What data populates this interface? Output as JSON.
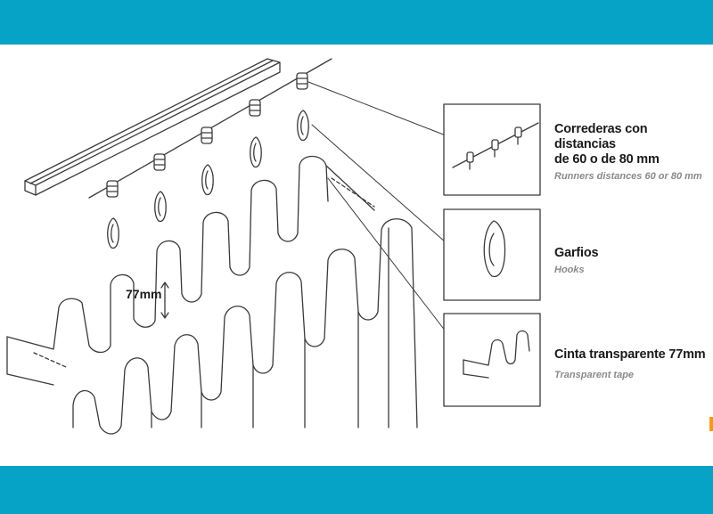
{
  "colors": {
    "band": "#06a3c6",
    "line": "#3a3a3a",
    "accent": "#f39a1e"
  },
  "labels": [
    {
      "es": [
        "Correderas con distancias",
        "de 60 o de 80 mm"
      ],
      "en": "Runners distances 60 or 80 mm"
    },
    {
      "es": [
        "Garfios"
      ],
      "en": "Hooks"
    },
    {
      "es": [
        "Cinta transparente 77mm"
      ],
      "en": "Transparent tape"
    }
  ],
  "dimension": "77mm"
}
